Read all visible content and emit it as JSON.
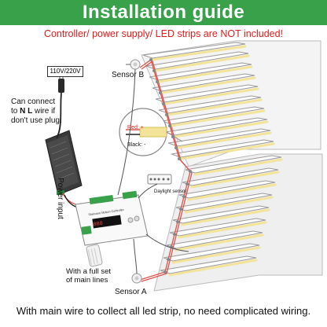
{
  "header": {
    "title": "Installation guide",
    "notice": "Controller/ power supply/ LED strips are NOT included!"
  },
  "labels": {
    "voltage": "110V/220V",
    "connect_line1": "Can connect",
    "connect_line2_pre": "to ",
    "connect_line2_bold": "N L",
    "connect_line2_post": " wire if",
    "connect_line3": "don't use plug.",
    "power_input": "Power input",
    "sensor_b": "Sensor B",
    "sensor_a": "Sensor A",
    "red": "Red: +",
    "black": "Black: -",
    "daylight_sensor": "Daylight sensor",
    "mainline_line1": "With a full set",
    "mainline_line2": "of main lines",
    "controller_display": "888",
    "controller_title": "Staircase Motion Controller"
  },
  "footer": {
    "text": "With main wire to collect all led strip, no need complicated wiring."
  },
  "colors": {
    "banner": "#3aa14b",
    "notice": "#e01b1b",
    "wire": "#e0534f",
    "strip": "#f3e49a"
  }
}
